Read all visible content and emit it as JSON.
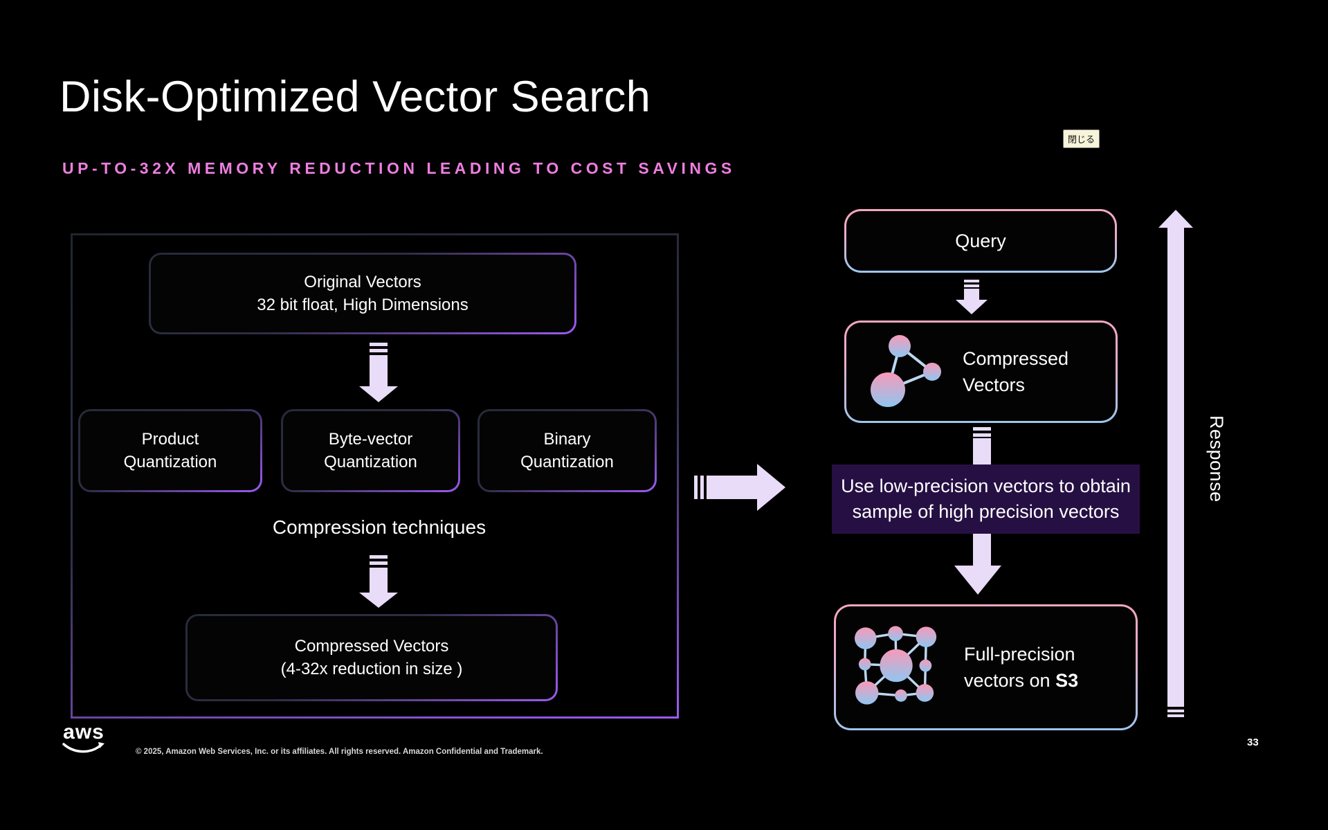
{
  "slide": {
    "title": "Disk-Optimized Vector Search",
    "subtitle": "UP-TO-32X MEMORY REDUCTION LEADING TO COST SAVINGS",
    "page_number": "33",
    "footer_copyright": "© 2025, Amazon Web Services, Inc. or its affiliates. All rights reserved. Amazon Confidential and Trademark.",
    "logo_text": "aws"
  },
  "overlay": {
    "close_button_label": "閉じる"
  },
  "left_panel": {
    "original_vectors": {
      "line1": "Original Vectors",
      "line2": "32 bit float, High Dimensions"
    },
    "techniques": [
      {
        "line1": "Product",
        "line2": "Quantization"
      },
      {
        "line1": "Byte-vector",
        "line2": "Quantization"
      },
      {
        "line1": "Binary",
        "line2": "Quantization"
      }
    ],
    "techniques_label": "Compression techniques",
    "compressed_vectors": {
      "line1": "Compressed Vectors",
      "line2": "(4-32x reduction in size )"
    }
  },
  "right_flow": {
    "query_label": "Query",
    "compressed_vectors_line1": "Compressed",
    "compressed_vectors_line2": "Vectors",
    "callout": "Use low-precision vectors to obtain sample of high precision vectors",
    "full_precision_line1": "Full-precision",
    "full_precision_line2_prefix": "vectors on ",
    "full_precision_bold": "S3",
    "response_label": "Response"
  },
  "icons": {
    "compressed_vectors": "graph-nodes-icon",
    "full_precision": "network-nodes-icon",
    "flow_arrows": "block-arrow-icon",
    "logo": "aws-smile-logo"
  },
  "colors": {
    "background": "#000000",
    "accent_pink": "#ee7ee0",
    "arrow_fill": "#e9dcf8",
    "callout_bg": "#261043",
    "left_border_purple": "#9d5bf2",
    "right_border_pink": "#f4a6c2",
    "right_border_blue": "#9dc6ec"
  }
}
